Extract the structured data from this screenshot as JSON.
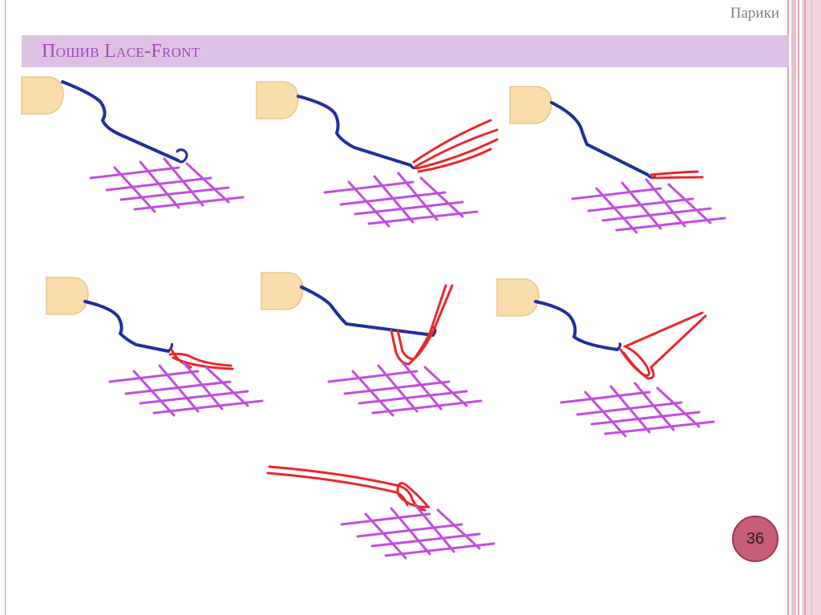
{
  "header": {
    "section_title": "Парики"
  },
  "slide": {
    "title": "Пошив Lace-Front",
    "page_number": "36"
  },
  "colors": {
    "title_band": "#dcc1e3",
    "title_text": "#a24ab8",
    "hook": "#1f2f9a",
    "hair": "#e8282a",
    "mesh": "#c24de0",
    "finger": "#f8dcaa",
    "badge": "#c75d77"
  },
  "illustration": {
    "steps": 7
  }
}
